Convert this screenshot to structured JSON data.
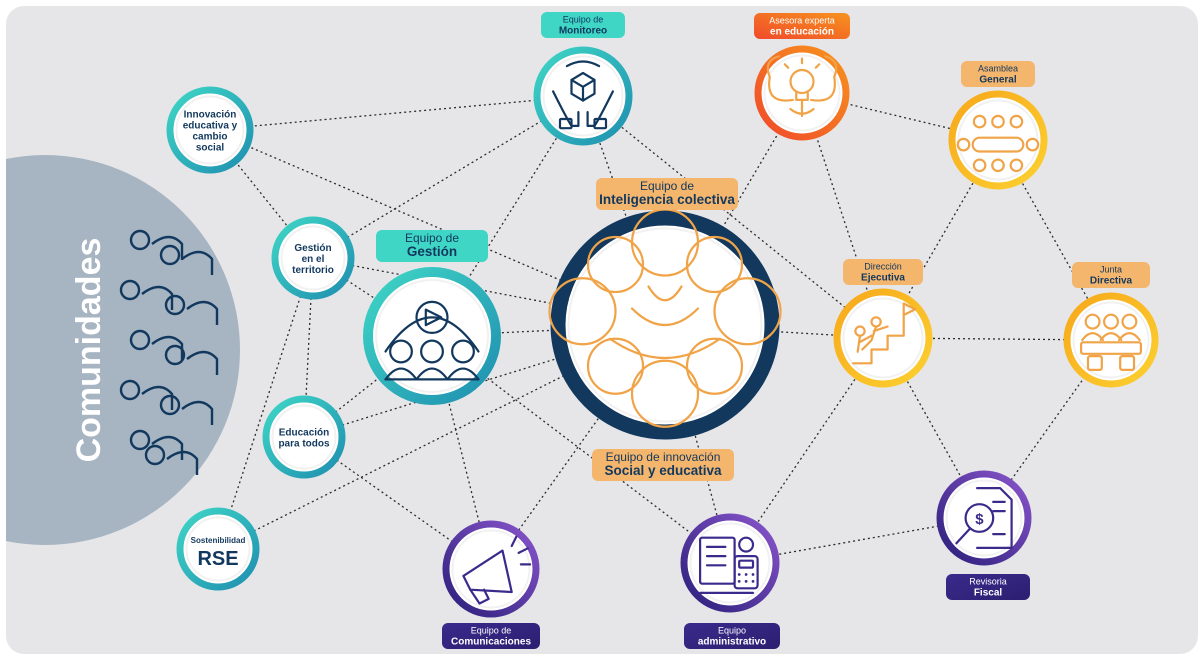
{
  "side_label": "Comunidades",
  "colors": {
    "background": "#e6e6e8",
    "teal": "#2bb3b8",
    "teal_light": "#3fd6c6",
    "navy": "#12385e",
    "orange": "#f0a347",
    "orange_pill": "#f4b56d",
    "red_orange": "#f05a28",
    "yellow": "#f8b81b",
    "purple": "#3b2a8c",
    "purple_light": "#7a4fc4",
    "community_gray": "#a7b5c2"
  },
  "nodes": {
    "innovacion": {
      "label_lines": [
        "Innovación",
        "educativa y",
        "cambio",
        "social"
      ]
    },
    "gestion_territorio": {
      "label_lines": [
        "Gestión",
        "en el",
        "territorio"
      ]
    },
    "educacion": {
      "label_lines": [
        "Educación",
        "para todos"
      ]
    },
    "rse": {
      "label_small": "Sostenibilidad",
      "label_big": "RSE"
    },
    "monitoreo": {
      "pill_lines": [
        "Equipo de",
        "Monitoreo"
      ],
      "icon": "hands-cube-icon"
    },
    "gestion": {
      "pill_lines": [
        "Equipo de",
        "Gestión"
      ],
      "icon": "video-team-icon"
    },
    "inteligencia": {
      "pill_lines": [
        "Equipo de",
        "Inteligencia colectiva"
      ],
      "icon": "collective-intelligence-icon"
    },
    "innovacion_social": {
      "pill_lines": [
        "Equipo de innovación",
        "Social y educativa"
      ]
    },
    "asesora": {
      "pill_lines": [
        "Asesora experta",
        "en educación"
      ],
      "icon": "brain-bulb-icon"
    },
    "asamblea": {
      "pill_lines": [
        "Asamblea",
        "General"
      ],
      "icon": "meeting-table-icon"
    },
    "direccion": {
      "pill_lines": [
        "Dirección",
        "Ejecutiva"
      ],
      "icon": "climb-flag-icon"
    },
    "junta": {
      "pill_lines": [
        "Junta",
        "Directiva"
      ],
      "icon": "board-members-icon"
    },
    "revisoria": {
      "pill_lines": [
        "Revisoria",
        "Fiscal"
      ],
      "icon": "audit-document-icon"
    },
    "comunicaciones": {
      "pill_lines": [
        "Equipo de",
        "Comunicaciones"
      ],
      "icon": "megaphone-icon"
    },
    "administrativo": {
      "pill_lines": [
        "Equipo",
        "administrativo"
      ],
      "icon": "calculator-docs-icon"
    }
  },
  "edges": [
    [
      "innovacion",
      "monitoreo"
    ],
    [
      "innovacion",
      "gestion_territorio"
    ],
    [
      "innovacion",
      "inteligencia"
    ],
    [
      "gestion_territorio",
      "monitoreo"
    ],
    [
      "gestion_territorio",
      "inteligencia"
    ],
    [
      "gestion_territorio",
      "gestion"
    ],
    [
      "gestion_territorio",
      "educacion"
    ],
    [
      "gestion_territorio",
      "rse"
    ],
    [
      "educacion",
      "gestion"
    ],
    [
      "educacion",
      "inteligencia"
    ],
    [
      "educacion",
      "comunicaciones"
    ],
    [
      "rse",
      "inteligencia"
    ],
    [
      "monitoreo",
      "gestion"
    ],
    [
      "monitoreo",
      "inteligencia"
    ],
    [
      "monitoreo",
      "direccion"
    ],
    [
      "gestion",
      "inteligencia"
    ],
    [
      "gestion",
      "comunicaciones"
    ],
    [
      "gestion",
      "administrativo"
    ],
    [
      "asesora",
      "inteligencia"
    ],
    [
      "asesora",
      "asamblea"
    ],
    [
      "asesora",
      "direccion"
    ],
    [
      "asamblea",
      "direccion"
    ],
    [
      "asamblea",
      "junta"
    ],
    [
      "direccion",
      "inteligencia"
    ],
    [
      "direccion",
      "junta"
    ],
    [
      "direccion",
      "revisoria"
    ],
    [
      "direccion",
      "administrativo"
    ],
    [
      "junta",
      "revisoria"
    ],
    [
      "inteligencia",
      "comunicaciones"
    ],
    [
      "inteligencia",
      "administrativo"
    ],
    [
      "administrativo",
      "revisoria"
    ]
  ]
}
